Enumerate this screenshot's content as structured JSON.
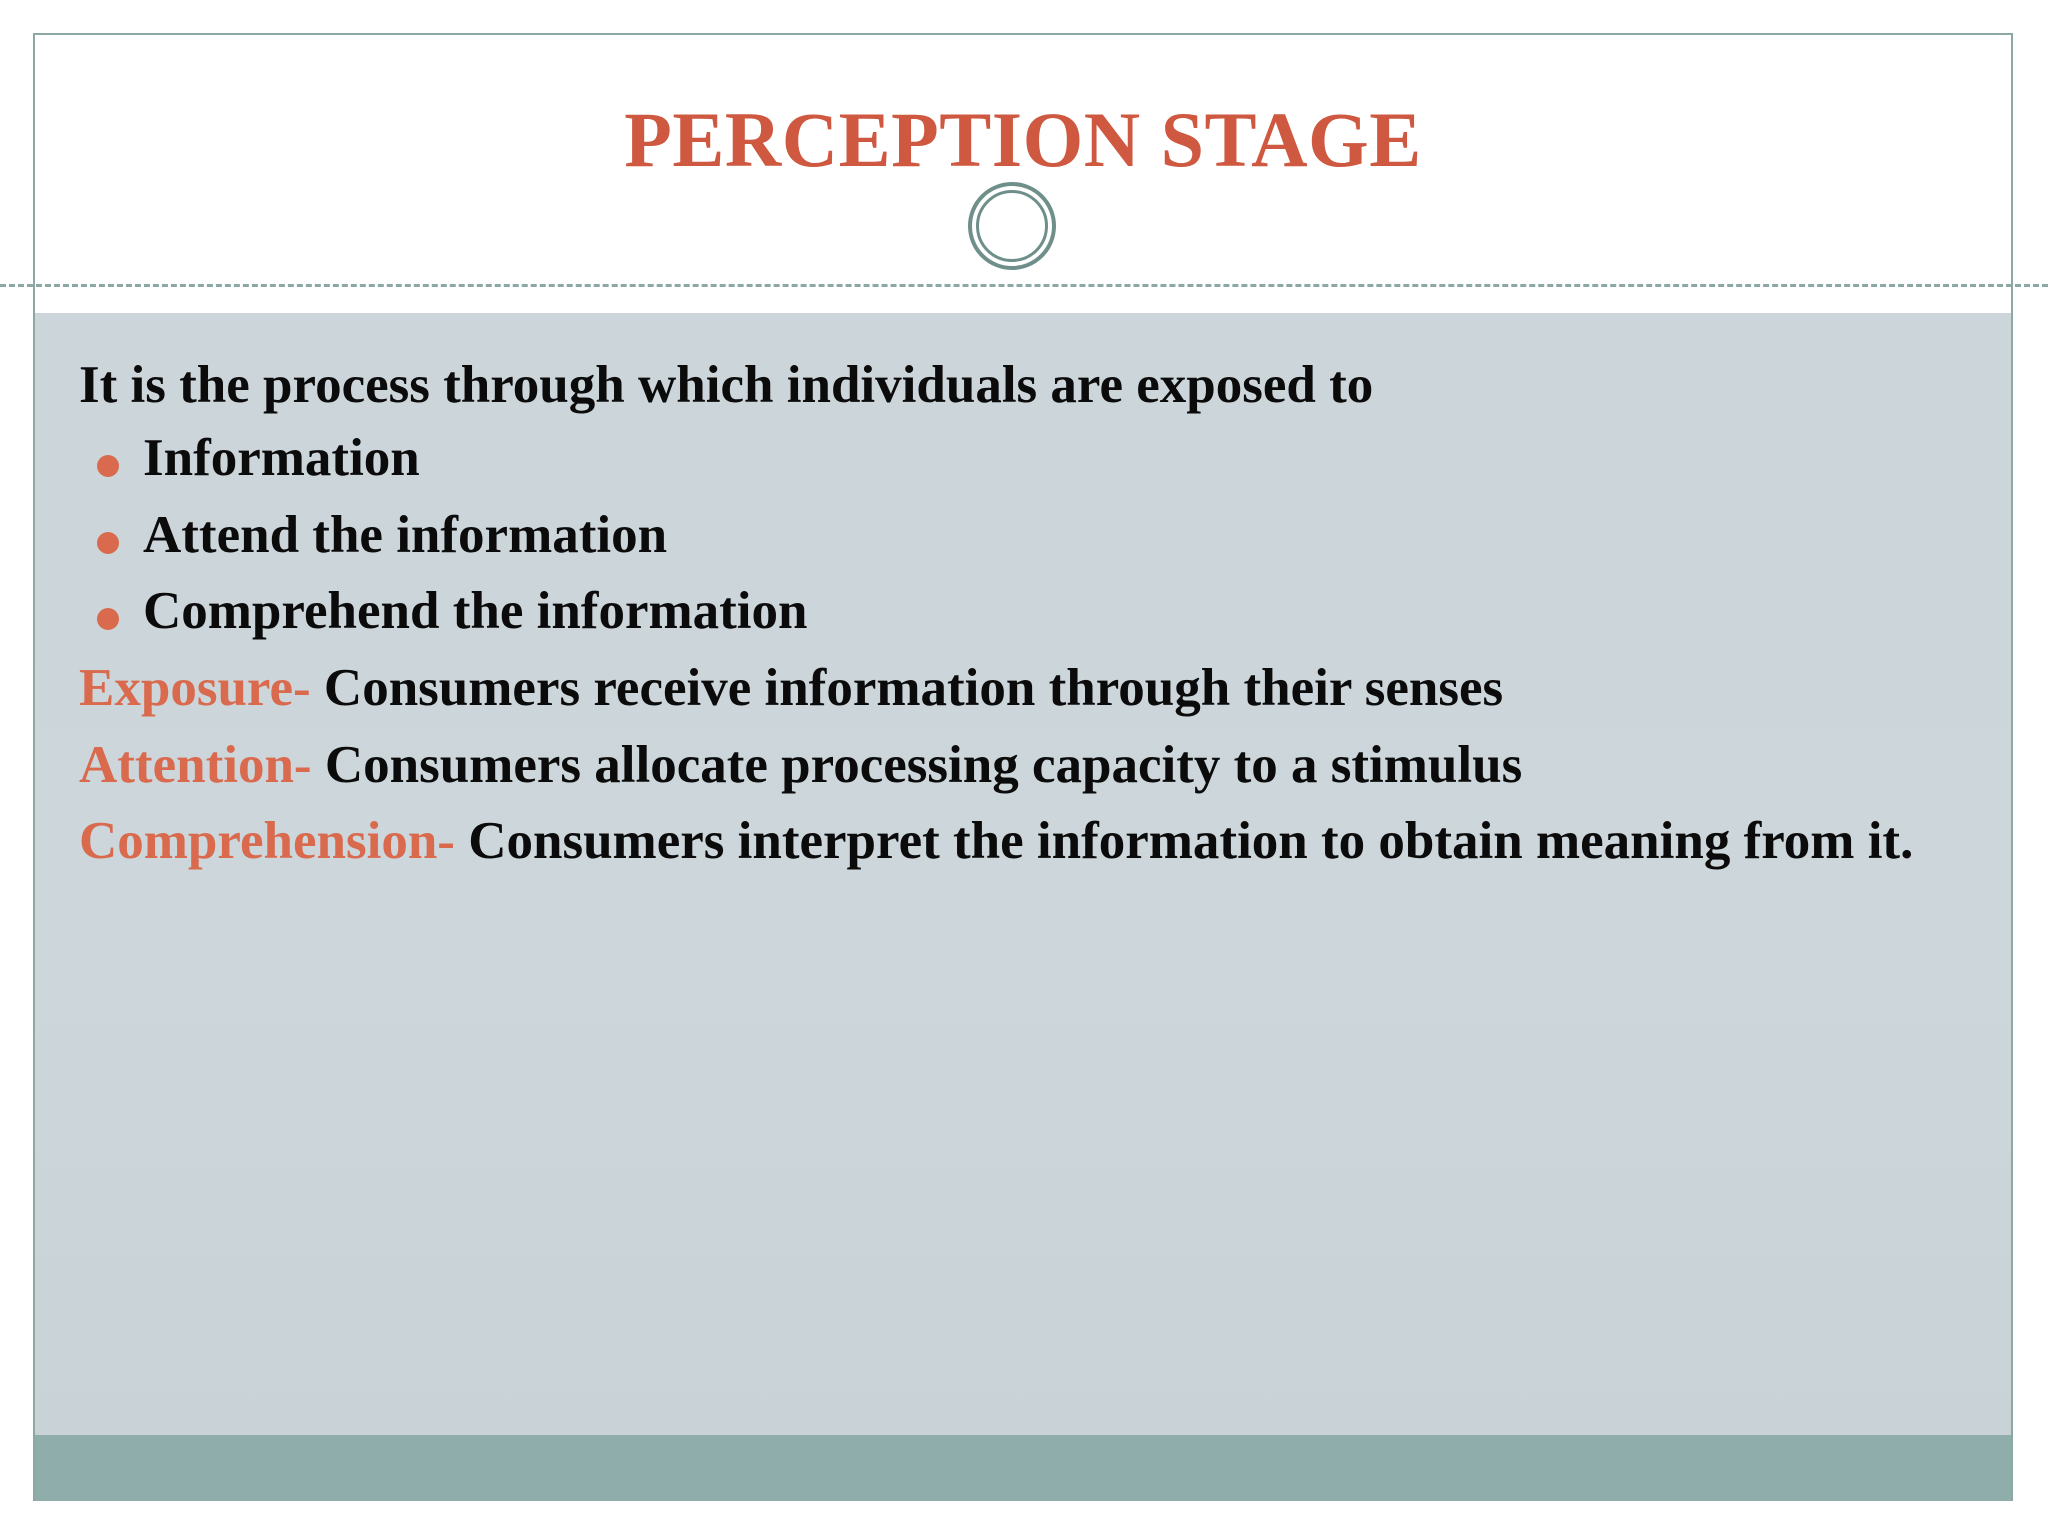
{
  "slide": {
    "title": "PERCEPTION STAGE",
    "accent_color": "#cf5840",
    "bullet_color": "#d96a4d",
    "panel_color": "#ccd5d9",
    "footer_color": "#8fadab",
    "frame_color": "#8ba8a4",
    "body": {
      "lead": "It is the process through which individuals are exposed to",
      "bullets": [
        "Information",
        "Attend the information",
        "Comprehend the information"
      ],
      "definitions": [
        {
          "term": "Exposure-",
          "description": " Consumers receive information through their senses"
        },
        {
          "term": "Attention-",
          "description": " Consumers allocate processing capacity to a stimulus"
        },
        {
          "term": "Comprehension-",
          "description": " Consumers interpret the information to obtain meaning from it."
        }
      ]
    }
  }
}
